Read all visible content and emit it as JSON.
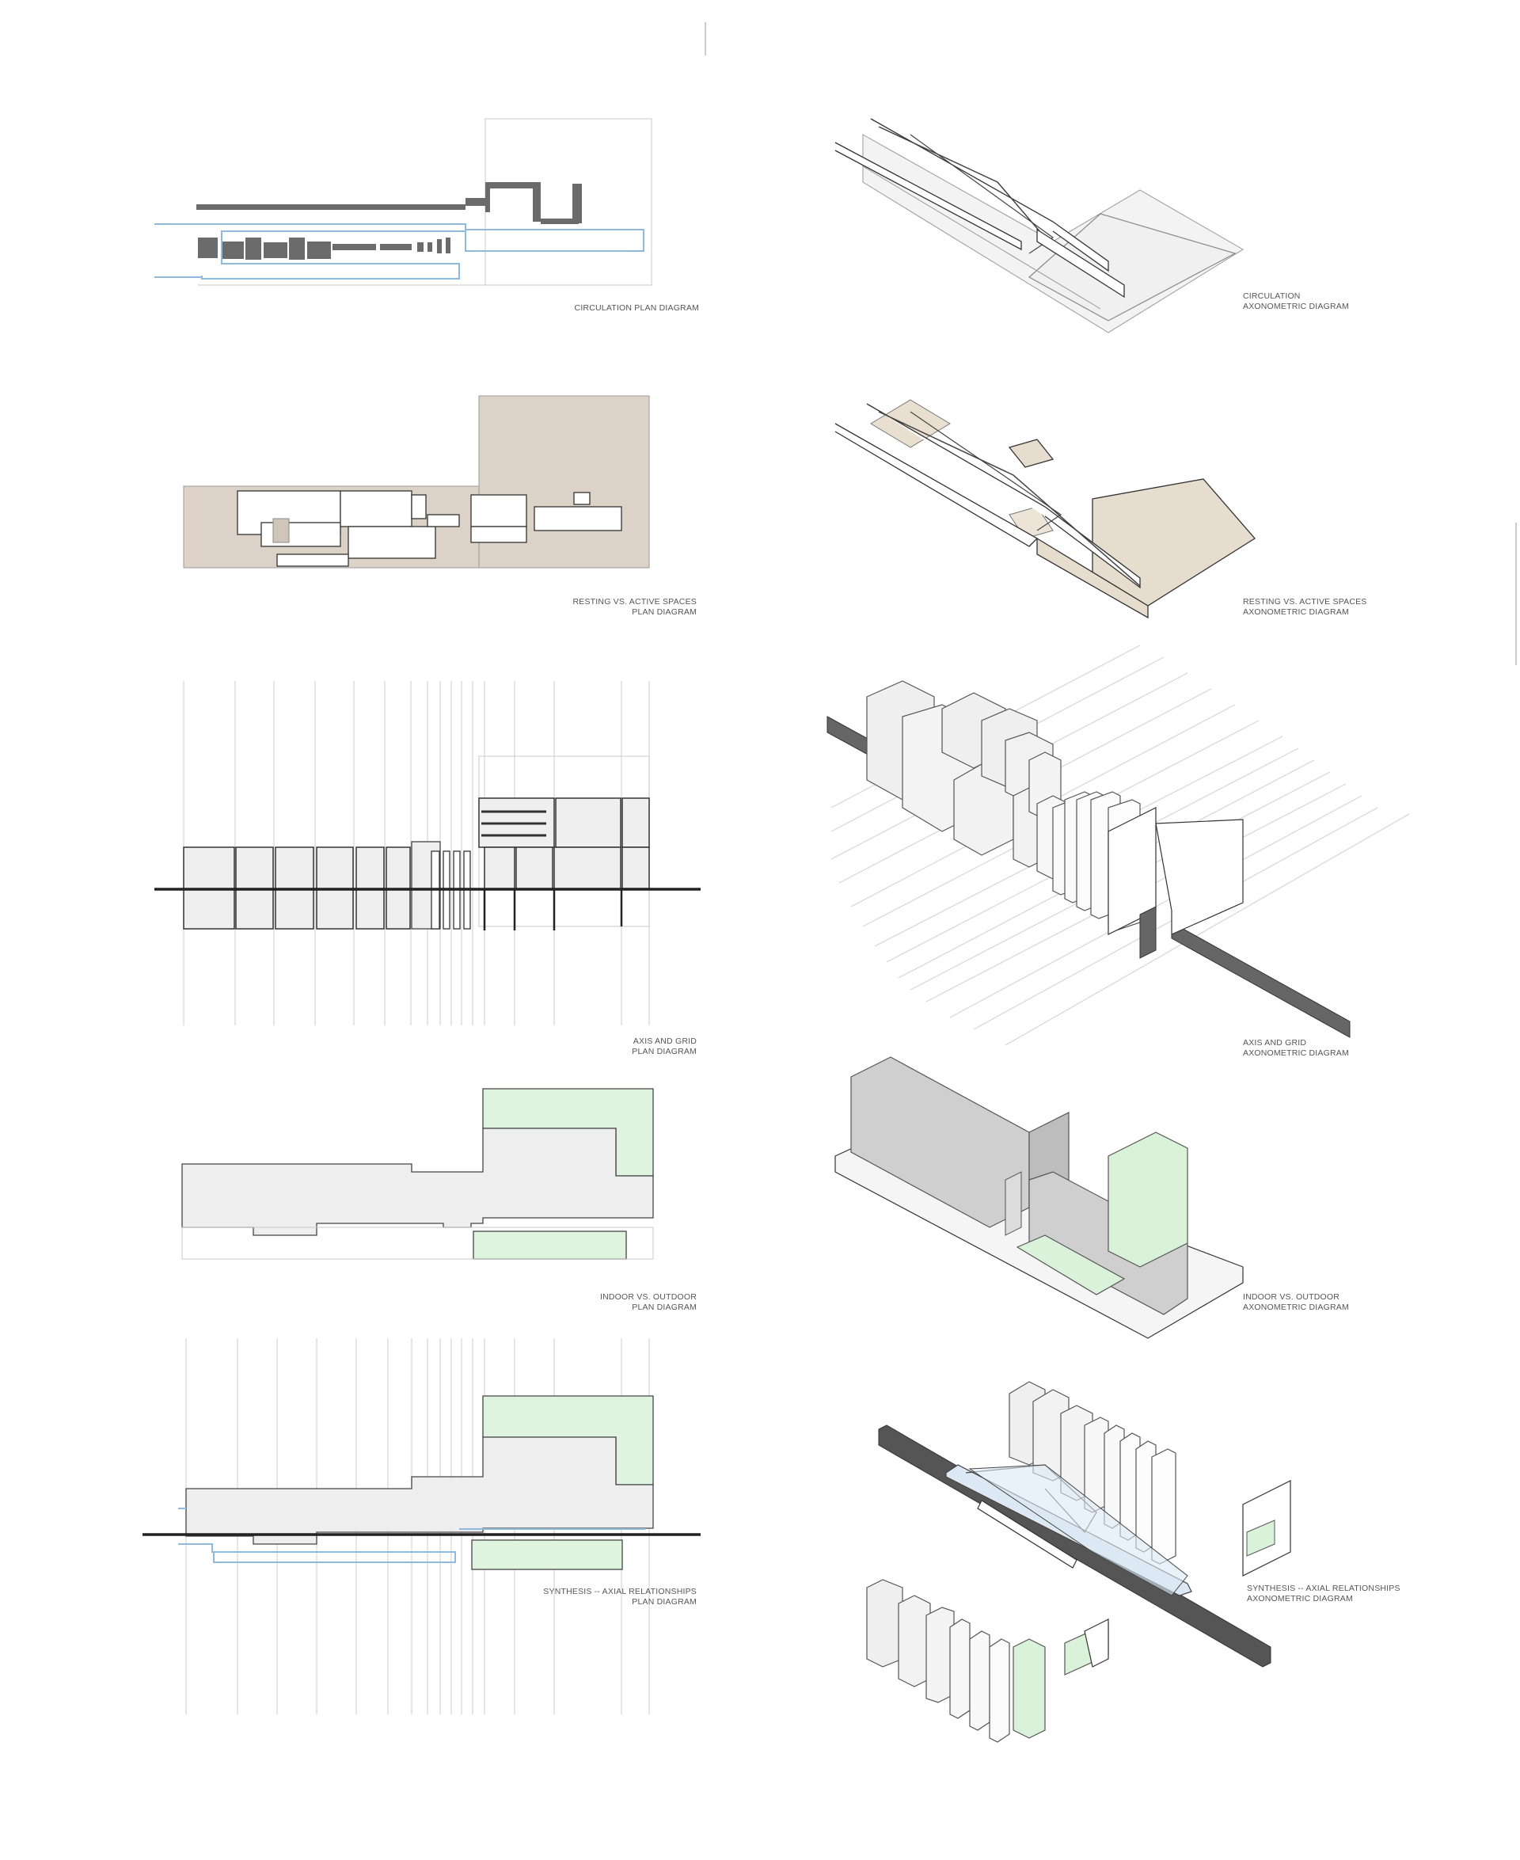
{
  "panels": {
    "circulation_plan": {
      "label": [
        "CIRCULATION PLAN DIAGRAM"
      ]
    },
    "circulation_axo": {
      "label": [
        "CIRCULATION",
        "AXONOMETRIC DIAGRAM"
      ]
    },
    "resting_plan": {
      "label": [
        "RESTING VS. ACTIVE SPACES",
        "PLAN DIAGRAM"
      ]
    },
    "resting_axo": {
      "label": [
        "RESTING VS. ACTIVE SPACES",
        "AXONOMETRIC DIAGRAM"
      ]
    },
    "axis_plan": {
      "label": [
        "AXIS AND GRID",
        "PLAN DIAGRAM"
      ]
    },
    "axis_axo": {
      "label": [
        "AXIS AND GRID",
        "AXONOMETRIC DIAGRAM"
      ]
    },
    "indoor_plan": {
      "label": [
        "INDOOR VS. OUTDOOR",
        "PLAN DIAGRAM"
      ]
    },
    "indoor_axo": {
      "label": [
        "INDOOR VS. OUTDOOR",
        "AXONOMETRIC DIAGRAM"
      ]
    },
    "synthesis_plan": {
      "label": [
        "SYNTHESIS -- AXIAL RELATIONSHIPS",
        "PLAN DIAGRAM"
      ]
    },
    "synthesis_axo": {
      "label": [
        "SYNTHESIS -- AXIAL RELATIONSHIPS",
        "AXONOMETRIC DIAGRAM"
      ]
    }
  },
  "colors": {
    "circulation": "#8fb9dd",
    "resting": "#ddd2c7",
    "outdoor": "#dff4df",
    "mass": "#efefef",
    "axis": "#222222"
  }
}
